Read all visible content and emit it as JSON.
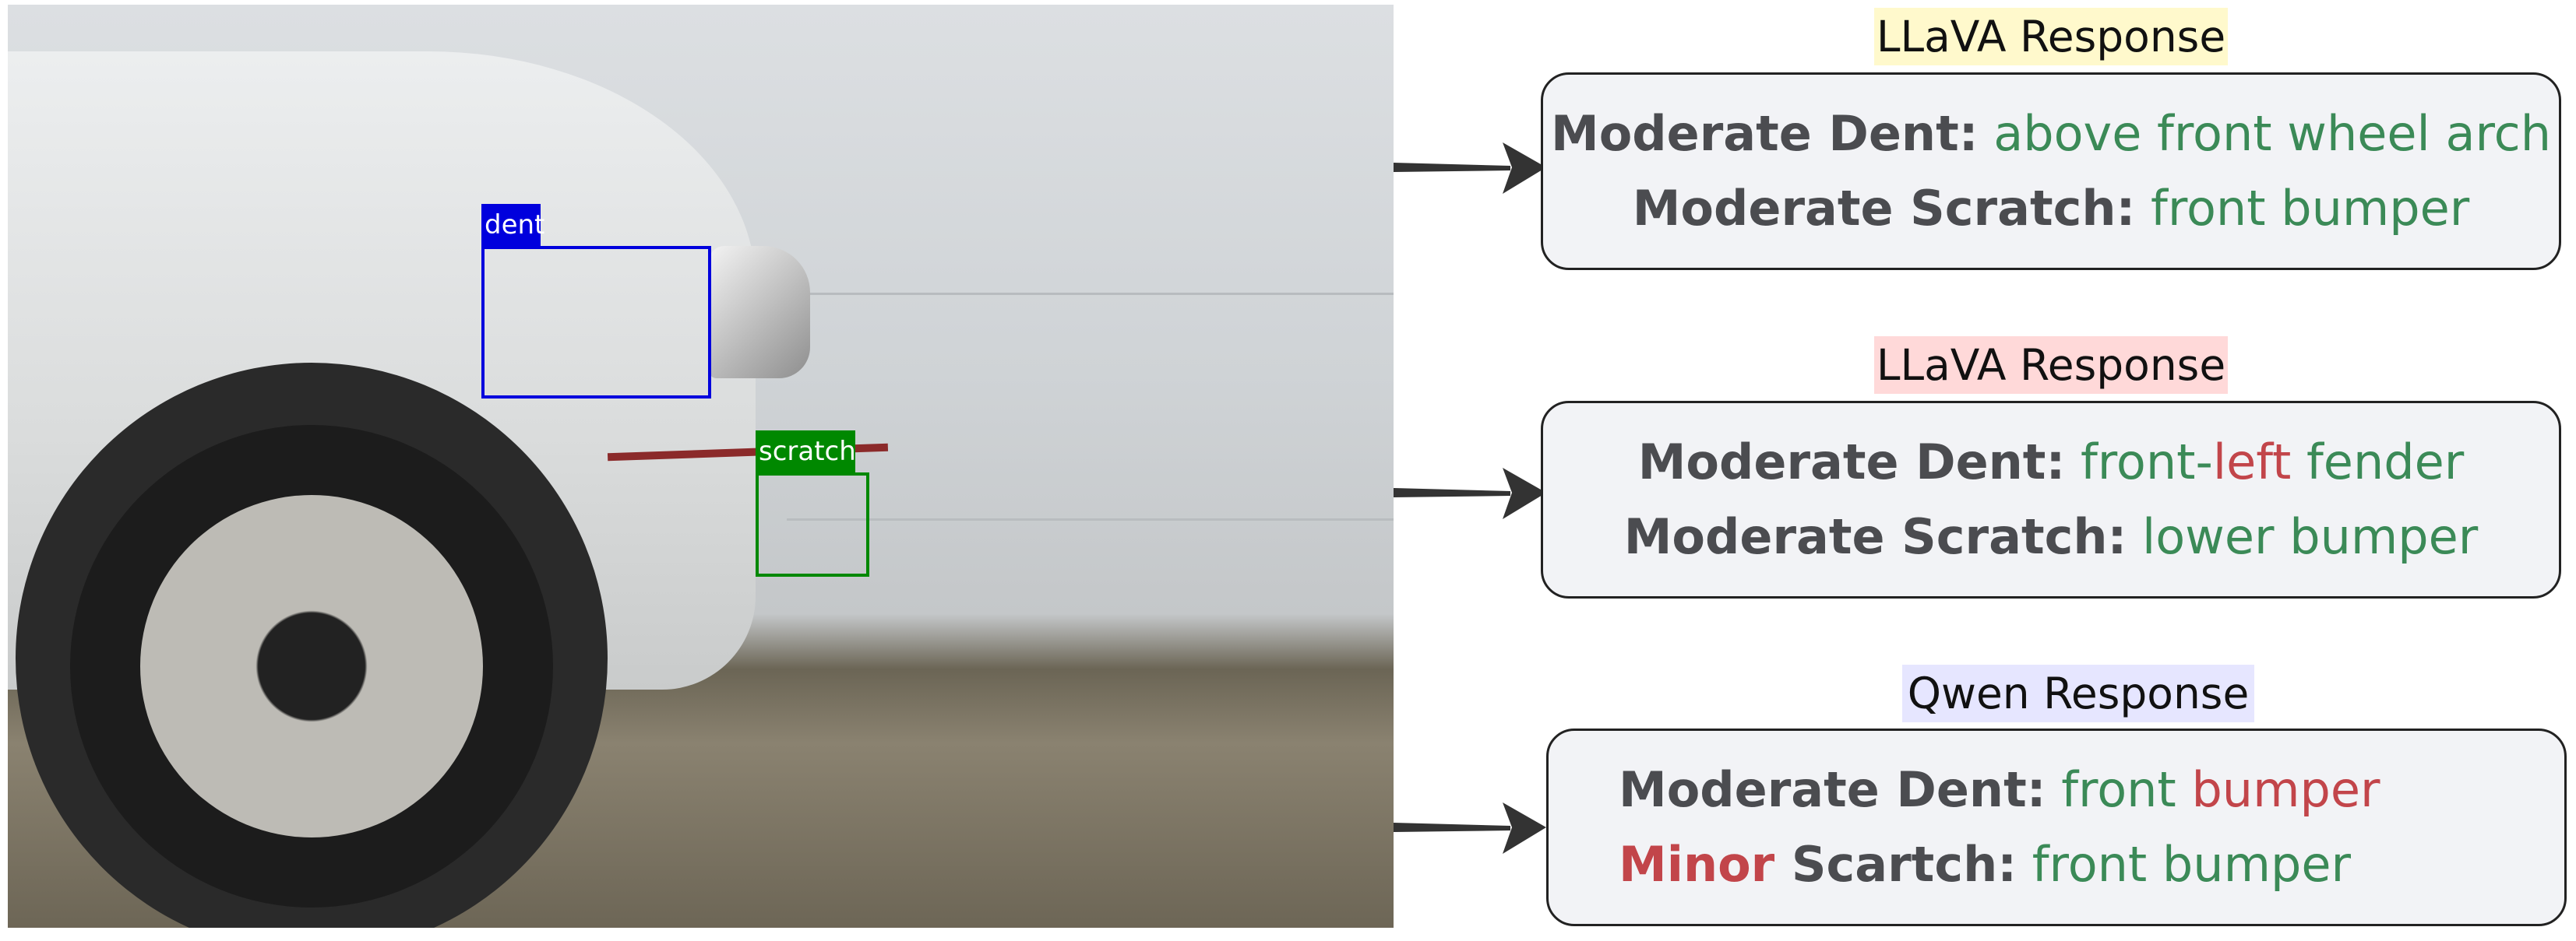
{
  "photo": {
    "detections": [
      {
        "label": "dent",
        "color": "#0000dd"
      },
      {
        "label": "scratch",
        "color": "#008800"
      }
    ]
  },
  "responses": [
    {
      "title": "LLaVA Response",
      "title_bg": "#fff9cc",
      "lines": [
        {
          "severity": "Moderate",
          "type": "Dent",
          "sep": ":",
          "location": "above front wheel arch"
        },
        {
          "severity": "Moderate",
          "type": "Scratch",
          "sep": ":",
          "location": "front bumper"
        }
      ]
    },
    {
      "title": "LLaVA Response",
      "title_bg": "#ffd9d9",
      "lines": [
        {
          "severity": "Moderate",
          "type": "Dent",
          "sep": ":",
          "location_a": "front-",
          "location_b": "left",
          "location_c": "fender"
        },
        {
          "severity": "Moderate",
          "type": "Scratch",
          "sep": ":",
          "location": "lower bumper"
        }
      ]
    },
    {
      "title": "Qwen Response",
      "title_bg": "#e6e6ff",
      "lines": [
        {
          "severity": "Moderate",
          "type": "Dent",
          "sep": ":",
          "location_a": "front",
          "location_b": "bumper"
        },
        {
          "severity": "Minor",
          "type": "Scartch",
          "sep": ":",
          "location": "front bumper"
        }
      ]
    }
  ],
  "colors": {
    "correct": "#3b8a57",
    "incorrect": "#c2454a",
    "key": "#4b4c50"
  }
}
